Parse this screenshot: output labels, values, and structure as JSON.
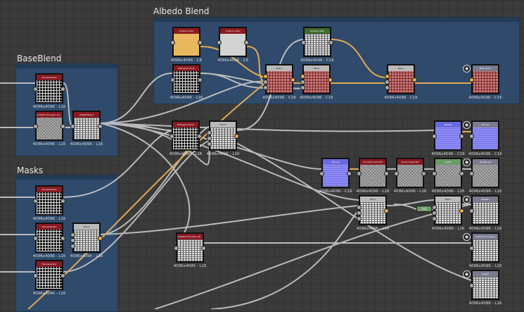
{
  "frames": {
    "albedo": "Albedo Blend",
    "baseblend": "BaseBlend",
    "masks": "Masks"
  },
  "nodes": [
    {
      "title": "Uniform Color",
      "res": "4096x4096 - C8",
      "header": "red",
      "body": "orange"
    },
    {
      "title": "Uniform Color",
      "res": "4096x4096 - C8",
      "header": "red",
      "body": "lgray"
    },
    {
      "title": "Gradient Map",
      "res": "4096x4096 - C16",
      "header": "green",
      "body": "white"
    },
    {
      "title": "Histogram Scan",
      "res": "4096x4096 - L16",
      "header": "red",
      "body": "black"
    },
    {
      "title": "Blend",
      "res": "4096x4096 - C16",
      "header": "gray",
      "body": "red"
    },
    {
      "title": "Blend",
      "res": "4096x4096 - C16",
      "header": "gray",
      "body": "red"
    },
    {
      "title": "Blend",
      "res": "4096x4096 - C16",
      "header": "gray",
      "body": "red"
    },
    {
      "title": "Base Color",
      "res": "4096x4096 - C16",
      "header": "out",
      "body": "red",
      "output": true
    },
    {
      "title": "Tile Generator",
      "res": "4096x4096 - L16",
      "header": "red",
      "body": "black"
    },
    {
      "title": "Ambient Occlusion (HBAO)",
      "res": "4096x4096 - L16",
      "header": "red",
      "body": "noise"
    },
    {
      "title": "Height Blend",
      "res": "4096x4096 - L16",
      "header": "red",
      "body": "white"
    },
    {
      "title": "Histogram Scan",
      "res": "4096x4096 - L16",
      "header": "red",
      "body": "black"
    },
    {
      "title": "Blend",
      "res": "4096x4096 - L16",
      "header": "gray",
      "body": "white"
    },
    {
      "title": "Normal",
      "res": "4096x4096 - C16",
      "header": "blue",
      "body": "blue"
    },
    {
      "title": "Normal",
      "res": "4096x4096 - C16",
      "header": "out",
      "body": "blue",
      "output": true
    },
    {
      "title": "Normal",
      "res": "4096x4096 - C16",
      "header": "blue",
      "body": "blue"
    },
    {
      "title": "Curvature Smooth",
      "res": "4096x4096 - L16",
      "header": "red",
      "body": "noise"
    },
    {
      "title": "Invert Grayscale",
      "res": "4096x4096 - L16",
      "header": "red",
      "body": "noise"
    },
    {
      "title": "Levels",
      "res": "4096x4096 - L16",
      "header": "lgreen",
      "body": "noise"
    },
    {
      "title": "Roughness",
      "res": "4096x4096 - L16",
      "header": "out",
      "body": "noise",
      "output": true
    },
    {
      "title": "Blend",
      "res": "4096x4096 - L16",
      "header": "gray",
      "body": "white"
    },
    {
      "title": "Blend",
      "res": "4096x4096 - L16",
      "header": "gray",
      "body": "white"
    },
    {
      "title": "Metallic",
      "res": "4096x4096 - L16",
      "header": "out",
      "body": "white",
      "output": true
    },
    {
      "title": "Ambient Occlusion",
      "res": "4096x4096 - L16",
      "header": "out",
      "body": "white",
      "output": true
    },
    {
      "title": "Height",
      "res": "4096x4096 - L16",
      "header": "out",
      "body": "white",
      "output": true
    },
    {
      "title": "Tile Generator",
      "res": "4096x4096 - L16",
      "header": "red",
      "body": "black"
    },
    {
      "title": "Tile Generator",
      "res": "4096x4096 - L16",
      "header": "red",
      "body": "black"
    },
    {
      "title": "Tile Generator",
      "res": "4096x4096 - L16",
      "header": "red",
      "body": "black"
    },
    {
      "title": "Blend",
      "res": "4096x4096 - L16",
      "header": "gray",
      "body": "white"
    },
    {
      "title": "Ambient Occlusion (RTAO)",
      "res": "4096x4096 - L16",
      "header": "red",
      "body": "white"
    }
  ],
  "small_node": "1x1",
  "colors": {
    "wire": "#c8c8c8",
    "color_wire": "#e0aa55",
    "frame": "#2f4a6a",
    "canvas": "#3b3b3b"
  }
}
